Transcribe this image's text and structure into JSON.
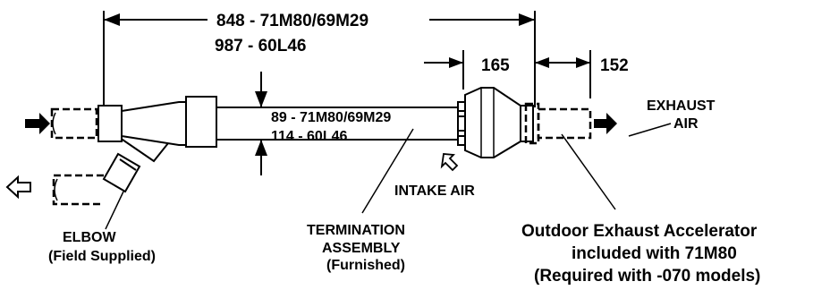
{
  "dimensions": {
    "overall_line1": "848 - 71M80/69M29",
    "overall_line2": "987 - 60L46",
    "diameter_line1": "89 - 71M80/69M29",
    "diameter_line2": "114 - 60L46",
    "cap_length": "165",
    "accelerator_length": "152"
  },
  "labels": {
    "exhaust_air_line1": "EXHAUST",
    "exhaust_air_line2": "AIR",
    "intake_air": "INTAKE AIR",
    "elbow_line1": "ELBOW",
    "elbow_line2": "(Field Supplied)",
    "termination_line1": "TERMINATION",
    "termination_line2": "ASSEMBLY",
    "termination_line3": "(Furnished)",
    "accelerator_line1": "Outdoor Exhaust Accelerator",
    "accelerator_line2": "included with 71M80",
    "accelerator_line3": "(Required with -070 models)"
  },
  "icons": {
    "inlet_arrow": "solid-arrow-right-icon",
    "outlet_arrow": "hollow-arrow-left-icon",
    "exhaust_arrow": "solid-arrow-right-icon",
    "intake_arrow": "hollow-arrow-diagonal-icon"
  }
}
